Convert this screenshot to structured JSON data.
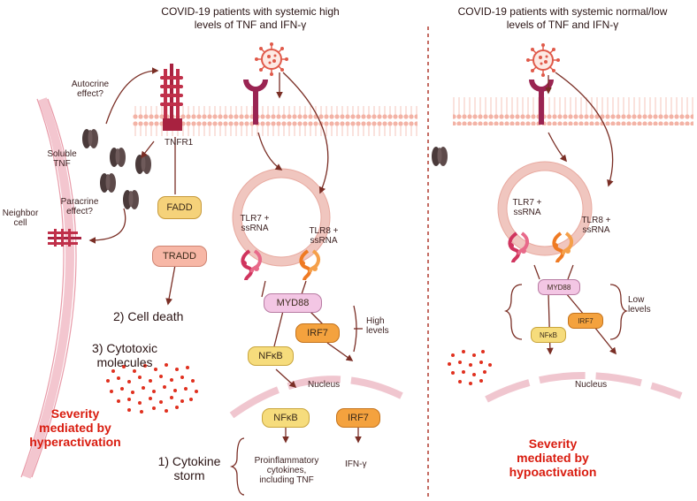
{
  "left_panel": {
    "title_line1": "COVID-19 patients with systemic high",
    "title_line2": "levels of TNF and IFN-γ",
    "autocrine": [
      "Autocrine",
      "effect?"
    ],
    "soluble_tnf": [
      "Soluble",
      "TNF"
    ],
    "paracrine": [
      "Paracrine",
      "effect?"
    ],
    "neighbor_cell": [
      "Neighbor",
      "cell"
    ],
    "tnfr1": "TNFR1",
    "fadd": "FADD",
    "tradd": "TRADD",
    "cell_death": "2) Cell death",
    "cytotoxic": [
      "3) Cytotoxic",
      "molecules"
    ],
    "severity": [
      "Severity",
      "mediated by",
      "hyperactivation"
    ],
    "tlr7": [
      "TLR7 +",
      "ssRNA"
    ],
    "tlr8": [
      "TLR8 +",
      "ssRNA"
    ],
    "myd88": "MYD88",
    "irf7": "IRF7",
    "nfkb": "NFκB",
    "high_levels": [
      "High",
      "levels"
    ],
    "nucleus": "Nucleus",
    "nfkb_nuc": "NFκB",
    "irf7_nuc": "IRF7",
    "cytokine_storm": [
      "1) Cytokine",
      "storm"
    ],
    "proinflammatory": [
      "Proinflammatory",
      "cytokines,",
      "including TNF"
    ],
    "ifng": "IFN-γ"
  },
  "right_panel": {
    "title_line1": "COVID-19 patients with systemic normal/low",
    "title_line2": "levels of TNF and IFN-γ",
    "tlr7": [
      "TLR7 +",
      "ssRNA"
    ],
    "tlr8": [
      "TLR8 +",
      "ssRNA"
    ],
    "myd88": "MYD88",
    "irf7": "IRF7",
    "nfkb": "NFκB",
    "low_levels": [
      "Low",
      "levels"
    ],
    "nucleus": "Nucleus",
    "severity": [
      "Severity",
      "mediated by",
      "hypoactivation"
    ]
  },
  "colors": {
    "membrane": "#f3b3a6",
    "arrow": "#7a2e25",
    "receptor": "#c0304a",
    "ace2": "#9a2452",
    "virus": "#e05a4a",
    "tnf_trimer": "#4a3a3a",
    "endosome": "#f0c6bf",
    "dots": "#e0301f",
    "severity_text": "#d91c0f",
    "divider": "#b03a2e"
  }
}
